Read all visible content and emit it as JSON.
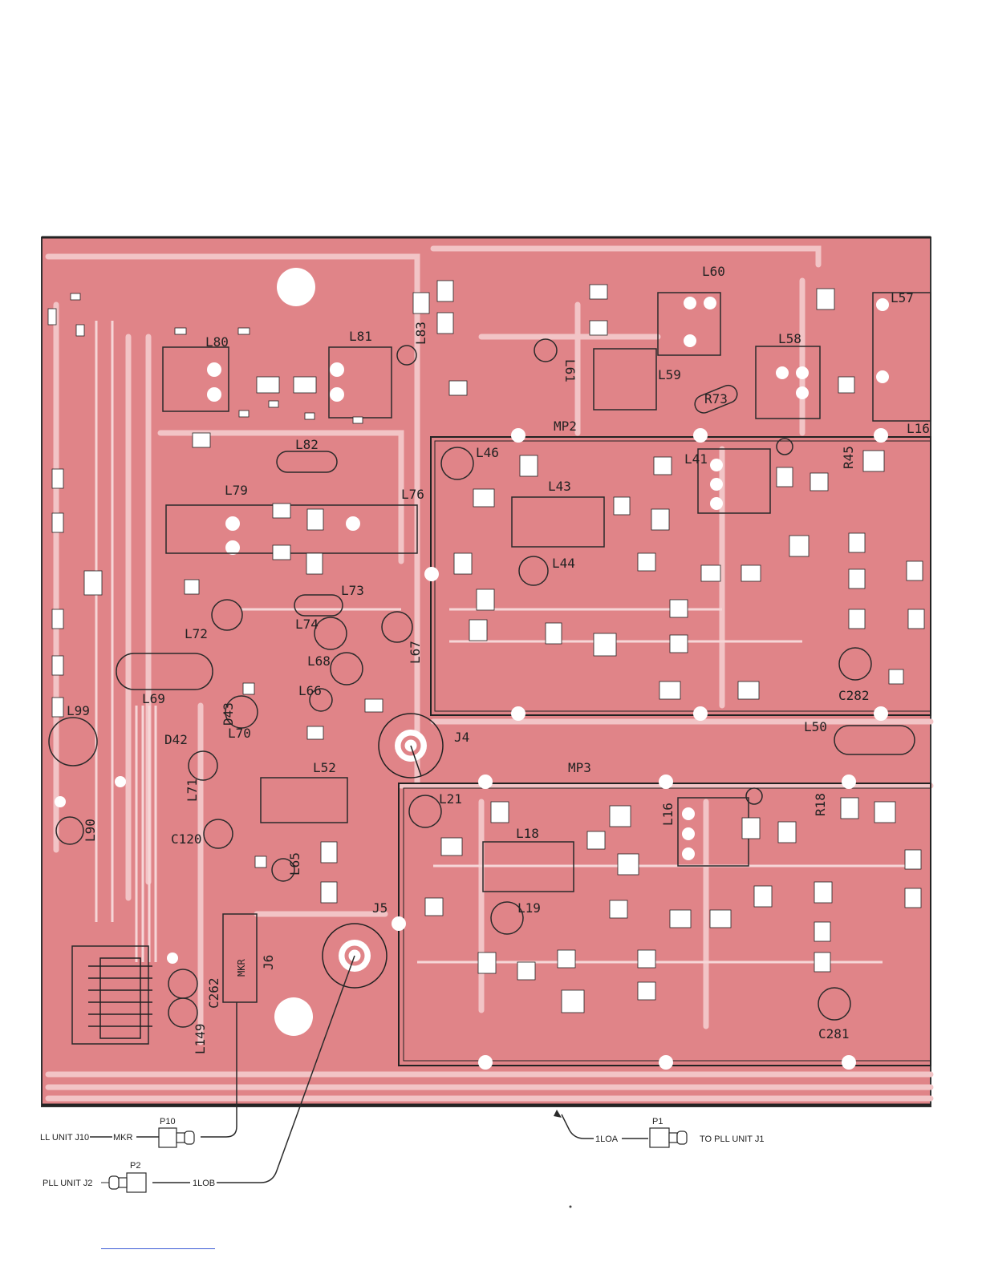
{
  "board": {
    "labels": {
      "L80": "L80",
      "L81": "L81",
      "L83": "L83",
      "L82": "L82",
      "L79": "L79",
      "L76": "L76",
      "L73": "L73",
      "L74": "L74",
      "L72": "L72",
      "L67": "L67",
      "L68": "L68",
      "L66": "L66",
      "L69": "L69",
      "L70": "L70",
      "D42": "D42",
      "D43": "D43",
      "L71": "L71",
      "L99": "L99",
      "L90": "L90",
      "L52": "L52",
      "C120": "C120",
      "L65": "L65",
      "J4": "J4",
      "J5": "J5",
      "J6": "J6",
      "MKR": "MKR",
      "C262": "C262",
      "L149": "L149",
      "L60": "L60",
      "L57": "L57",
      "L58": "L58",
      "L59": "L59",
      "L61": "L61",
      "R73": "R73",
      "L16x": "L16",
      "MP2": "MP2",
      "L46": "L46",
      "L43": "L43",
      "L44": "L44",
      "L41": "L41",
      "R45": "R45",
      "C282": "C282",
      "L50": "L50",
      "MP3": "MP3",
      "L21": "L21",
      "L18": "L18",
      "L19": "L19",
      "L16": "L16",
      "R18": "R18",
      "C281": "C281"
    },
    "connectors": {
      "p10_text": "LL UNIT J10",
      "p10_mkr": "MKR",
      "p10_name": "P10",
      "p2_text": "PLL UNIT J2",
      "p2_name": "P2",
      "p2_sig": "1LOB",
      "p1_sig": "1LOA",
      "p1_name": "P1",
      "p1_text": "TO PLL UNIT J1"
    }
  },
  "colors": {
    "board": "#e08488",
    "trace": "#f2c4c6",
    "ink": "#2a2a2a",
    "hole": "#ffffff"
  }
}
